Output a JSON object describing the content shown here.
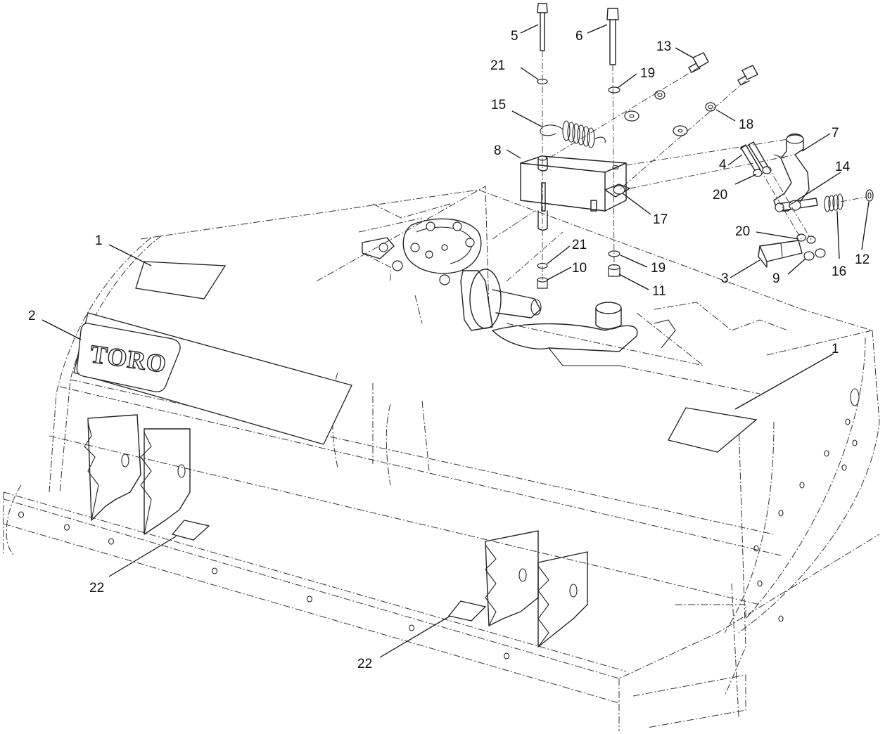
{
  "logo": {
    "text": "TORO"
  },
  "callouts": [
    {
      "id": "c1a",
      "text": "1"
    },
    {
      "id": "c1b",
      "text": "1"
    },
    {
      "id": "c2",
      "text": "2"
    },
    {
      "id": "c3",
      "text": "3"
    },
    {
      "id": "c4",
      "text": "4"
    },
    {
      "id": "c5",
      "text": "5"
    },
    {
      "id": "c6",
      "text": "6"
    },
    {
      "id": "c7",
      "text": "7"
    },
    {
      "id": "c8",
      "text": "8"
    },
    {
      "id": "c9",
      "text": "9"
    },
    {
      "id": "c10",
      "text": "10"
    },
    {
      "id": "c11",
      "text": "11"
    },
    {
      "id": "c12",
      "text": "12"
    },
    {
      "id": "c13",
      "text": "13"
    },
    {
      "id": "c14",
      "text": "14"
    },
    {
      "id": "c15",
      "text": "15"
    },
    {
      "id": "c16",
      "text": "16"
    },
    {
      "id": "c17",
      "text": "17"
    },
    {
      "id": "c18",
      "text": "18"
    },
    {
      "id": "c19a",
      "text": "19"
    },
    {
      "id": "c19b",
      "text": "19"
    },
    {
      "id": "c20a",
      "text": "20"
    },
    {
      "id": "c20b",
      "text": "20"
    },
    {
      "id": "c21a",
      "text": "21"
    },
    {
      "id": "c21b",
      "text": "21"
    },
    {
      "id": "c22a",
      "text": "22"
    },
    {
      "id": "c22b",
      "text": "22"
    }
  ]
}
